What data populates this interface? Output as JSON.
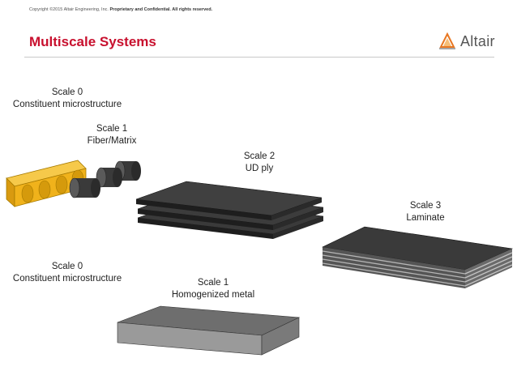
{
  "header": {
    "copyright_normal": "Copyright ©2015 Altair Engineering, Inc. ",
    "copyright_bold": "Proprietary and Confidential. All rights reserved.",
    "title": "Multiscale Systems",
    "logo_text": "Altair"
  },
  "labels": {
    "composite_scale0": {
      "line1": "Scale 0",
      "line2": "Constituent microstructure"
    },
    "composite_scale1": {
      "line1": "Scale 1",
      "line2": "Fiber/Matrix"
    },
    "composite_scale2": {
      "line1": "Scale 2",
      "line2": "UD ply"
    },
    "composite_scale3": {
      "line1": "Scale 3",
      "line2": "Laminate"
    },
    "metal_scale0": {
      "line1": "Scale 0",
      "line2": "Constituent microstructure"
    },
    "metal_scale1": {
      "line1": "Scale 1",
      "line2": "Homogenized metal"
    }
  },
  "colors": {
    "title": "#c8102e",
    "matrix_block": "#f0b21b",
    "fiber": "#3c3c3c",
    "ply": "#383838",
    "metal": "#8c8c8c"
  }
}
